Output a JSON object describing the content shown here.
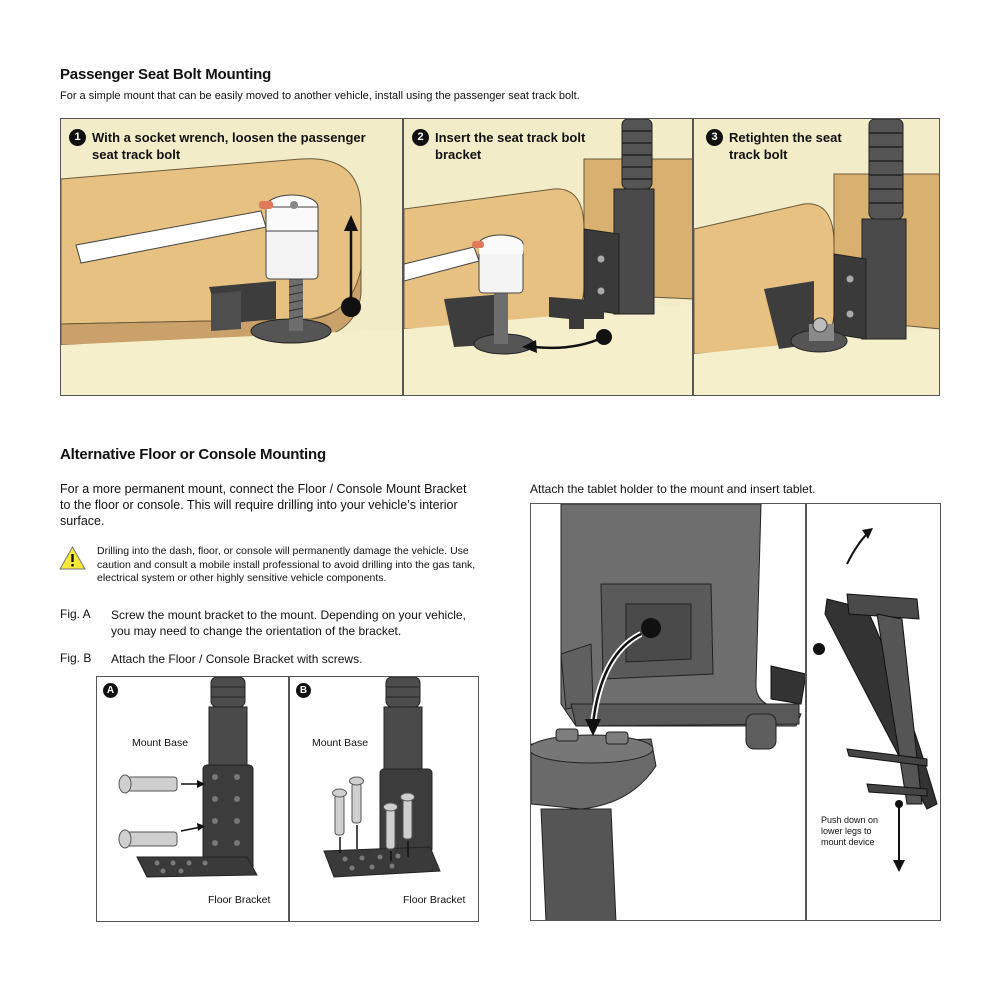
{
  "section1": {
    "title": "Passenger Seat Bolt Mounting",
    "intro": "For a simple mount that can be easily moved to another vehicle, install using the passenger seat track bolt.",
    "steps": [
      {
        "num": "1",
        "text": "With a socket wrench, loosen the passenger seat track bolt"
      },
      {
        "num": "2",
        "text": "Insert the seat track bolt bracket"
      },
      {
        "num": "3",
        "text": "Retighten the seat track bolt"
      }
    ]
  },
  "section2": {
    "title": "Alternative Floor or Console Mounting",
    "intro": "For a more permanent mount, connect the Floor / Console Mount Bracket to the floor or console. This will require drilling into your vehicle’s interior surface.",
    "warning": "Drilling into the dash, floor, or console will permanently damage the vehicle. Use caution and consult a mobile install professional to avoid drilling into the gas tank, electrical system or other highly sensitive vehicle components.",
    "figA": {
      "label": "Fig. A",
      "text": "Screw the mount bracket to the mount. Depending on your vehicle, you may need to change the orientation of the bracket."
    },
    "figB": {
      "label": "Fig. B",
      "text": "Attach the Floor / Console Bracket with screws."
    },
    "panelA": {
      "letter": "A",
      "mount_base": "Mount Base",
      "floor_bracket": "Floor Bracket"
    },
    "panelB": {
      "letter": "B",
      "mount_base": "Mount Base",
      "floor_bracket": "Floor Bracket"
    },
    "attach_caption": "Attach the tablet holder to the mount and insert tablet.",
    "push_note": "Push down on lower legs to mount device"
  },
  "icons": [
    "warning-triangle-icon",
    "arrow-up-icon",
    "curved-arrow-icon"
  ],
  "colors": {
    "panel_bg": "#f3ecc8",
    "seat": "#e7c181",
    "metal": "#4a4a4a",
    "warning": "#f6e83a"
  }
}
